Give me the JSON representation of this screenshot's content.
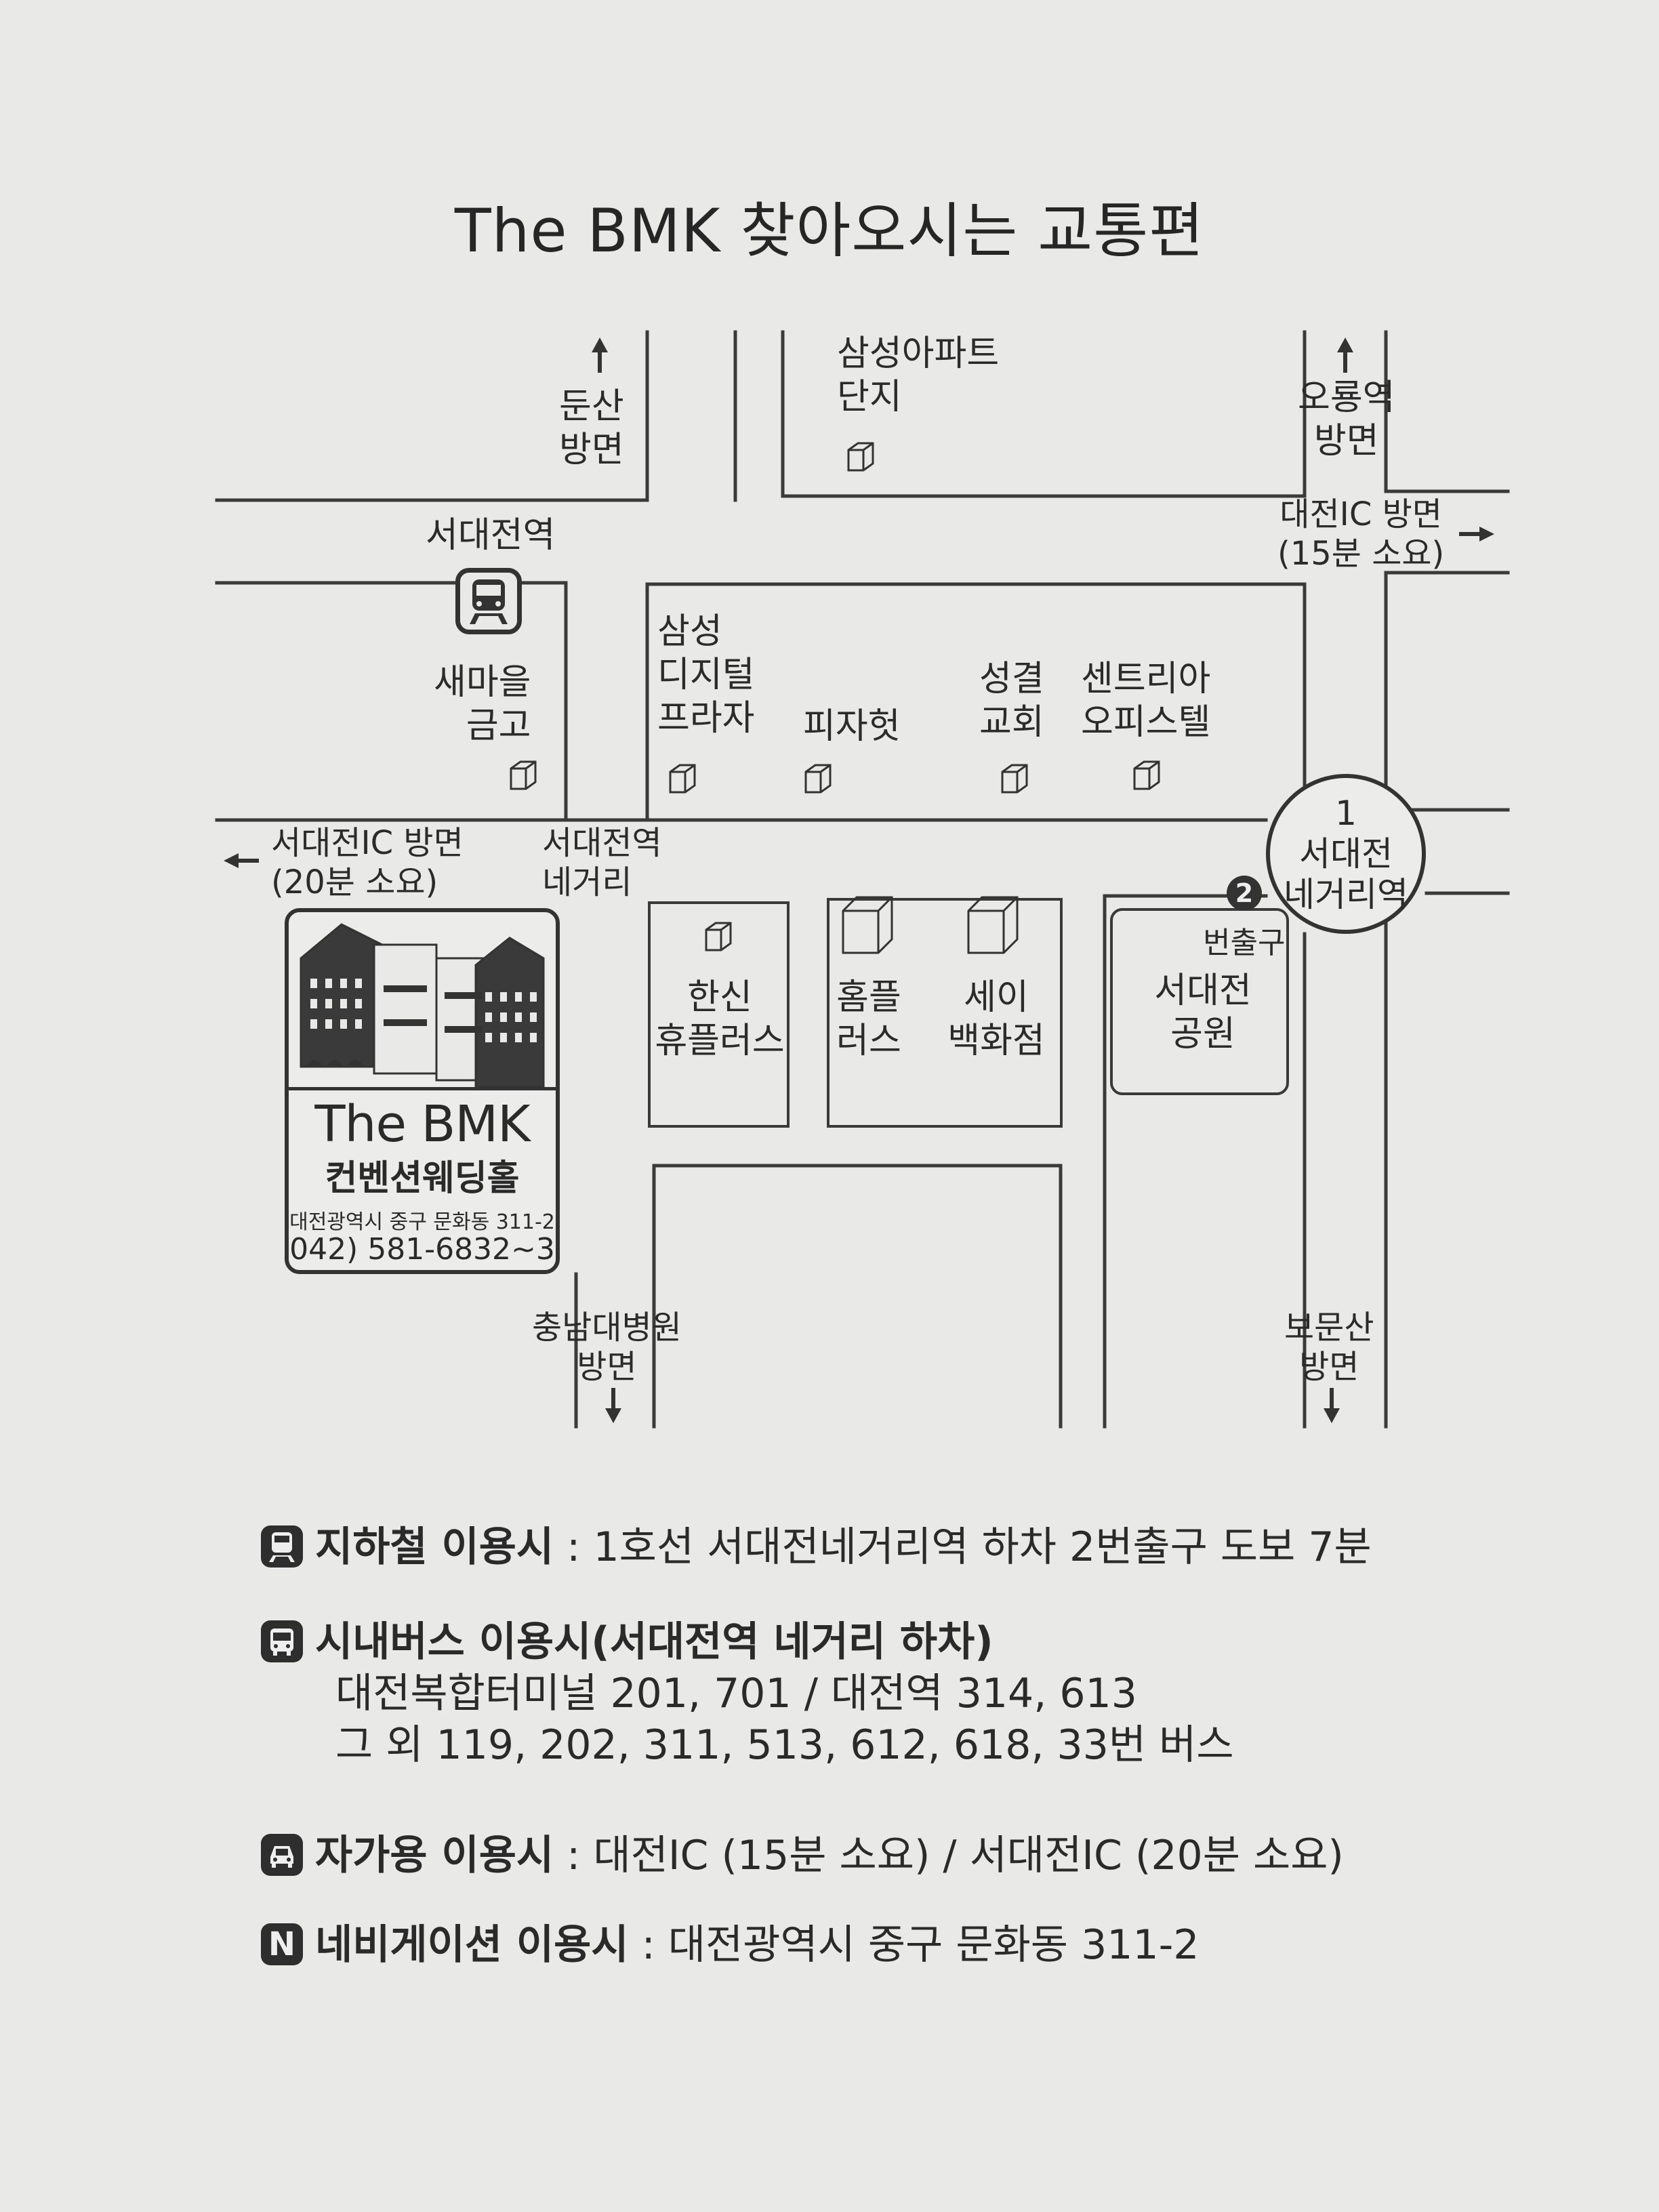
{
  "title": "The BMK 찾아오시는 교통편",
  "map": {
    "labels": {
      "dunsan_dir": "둔산\n방면",
      "samsung_apt": "삼성아파트\n단지",
      "oryong_dir": "오룡역\n방면",
      "daejeon_ic_dir": "대전IC 방면\n(15분 소요)",
      "seodaejeon_station": "서대전역",
      "saemaul": "새마을\n금고",
      "samsung_digital": "삼성\n디지털\n프라자",
      "pizzahut": "피자헛",
      "seonggyeol": "성결\n교회",
      "centria": "센트리아\n오피스텔",
      "seodaejeon_ic_dir": "서대전IC 방면\n(20분 소요)",
      "seodaejeon_crossroad": "서대전역\n네거리",
      "hanshin": "한신\n휴플러스",
      "homeplus": "홈플\n러스",
      "sei": "세이\n백화점",
      "exit": "번출구",
      "park": "서대전\n공원",
      "chungnam_hosp_dir": "충남대병원\n방면",
      "bomunsan_dir": "보문산\n방면"
    },
    "subway_station": {
      "line": "1",
      "name": "서대전\n네거리역",
      "exit_number": "2"
    },
    "venue": {
      "name": "The BMK",
      "subtitle": "컨벤션웨딩홀",
      "address": "대전광역시 중구 문화동 311-2",
      "phone": "042) 581-6832~3"
    },
    "icons": [
      "subway-icon",
      "building-icon",
      "arrow-up-icon",
      "arrow-down-icon",
      "arrow-left-icon",
      "arrow-right-icon"
    ]
  },
  "directions": {
    "subway": {
      "heading": "지하철 이용시",
      "text": " : 1호선 서대전네거리역 하차 2번출구 도보 7분",
      "icon": "subway-icon"
    },
    "bus": {
      "heading": "시내버스 이용시(서대전역 네거리 하차)",
      "line1": "대전복합터미널 201, 701 / 대전역 314, 613",
      "line2": "그 외 119, 202, 311, 513, 612, 618, 33번 버스",
      "icon": "bus-icon"
    },
    "car": {
      "heading": "자가용 이용시",
      "text": " : 대전IC (15분 소요) / 서대전IC (20분 소요)",
      "icon": "car-icon"
    },
    "navi": {
      "heading": "네비게이션 이용시",
      "text": " : 대전광역시 중구 문화동 311-2",
      "icon": "navigation-icon",
      "icon_letter": "N"
    }
  }
}
